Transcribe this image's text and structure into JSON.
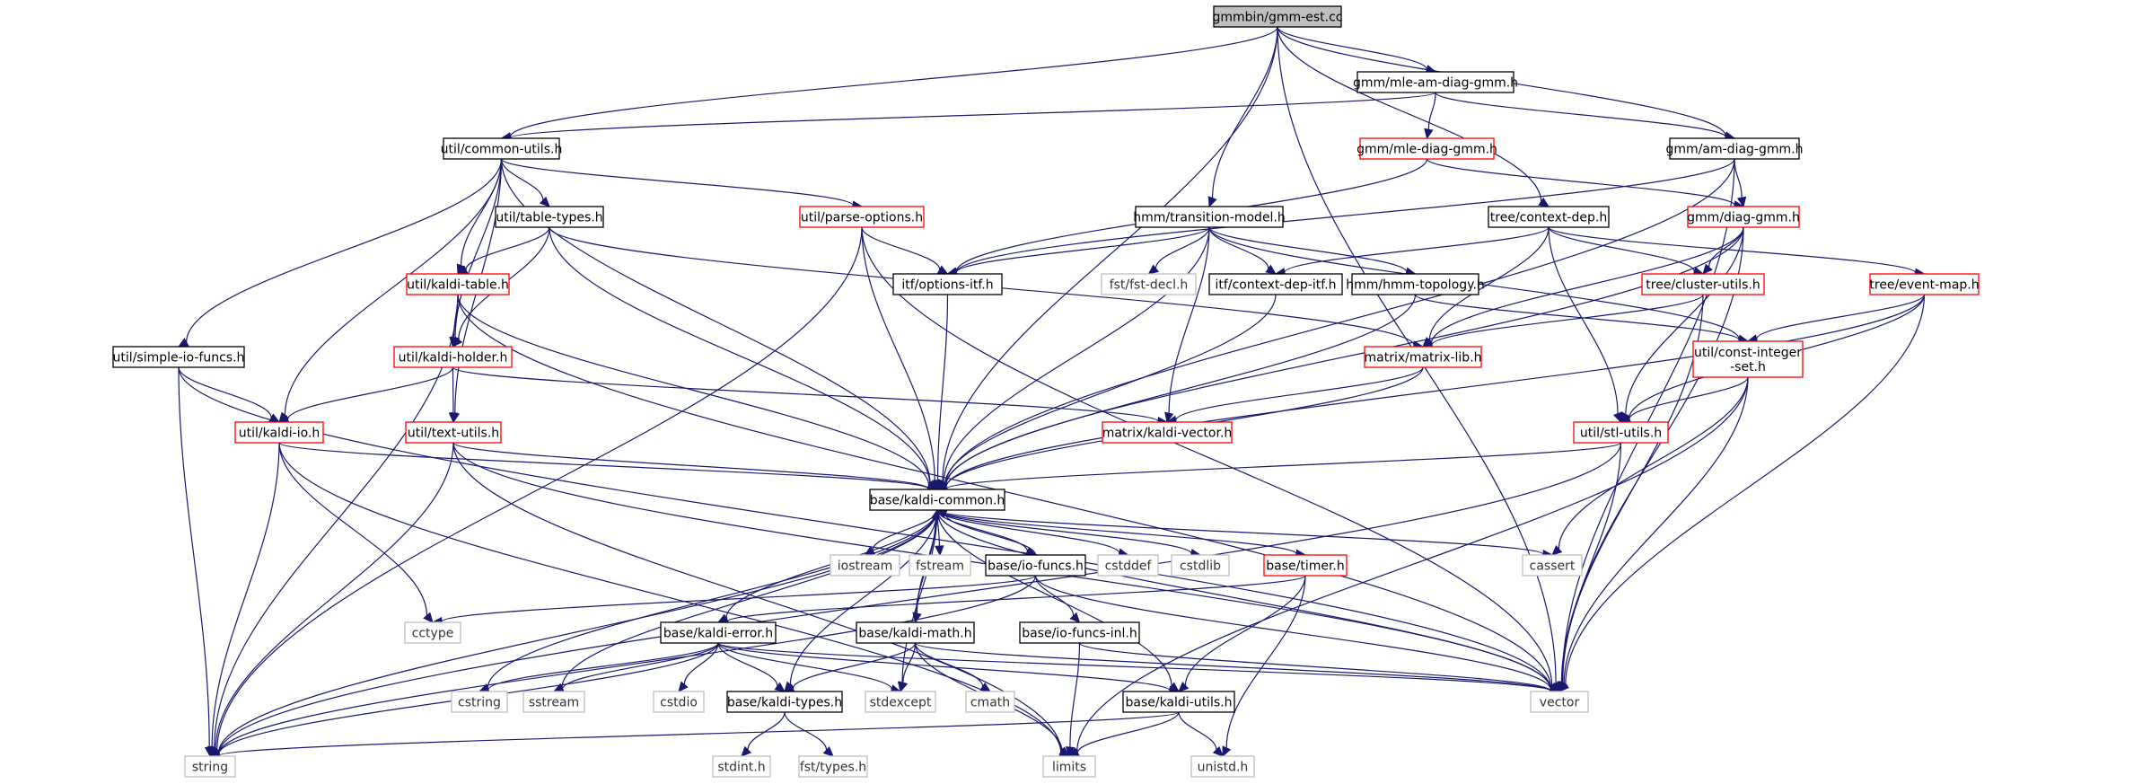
{
  "colors": {
    "edge": "#191970",
    "border_doc": "#000000",
    "border_partial": "#ff0000",
    "border_system": "#bfbfbf",
    "fill_root": "#bfbfbf",
    "fill_default": "#ffffff"
  },
  "nodes": [
    {
      "id": "root",
      "label": "gmmbin/gmm-est.cc",
      "kind": "root"
    },
    {
      "id": "mleam",
      "label": "gmm/mle-am-diag-gmm.h",
      "kind": "doc"
    },
    {
      "id": "common",
      "label": "util/common-utils.h",
      "kind": "doc"
    },
    {
      "id": "mlediag",
      "label": "gmm/mle-diag-gmm.h",
      "kind": "partial"
    },
    {
      "id": "amdiag",
      "label": "gmm/am-diag-gmm.h",
      "kind": "doc"
    },
    {
      "id": "tabletypes",
      "label": "util/table-types.h",
      "kind": "doc"
    },
    {
      "id": "parseopt",
      "label": "util/parse-options.h",
      "kind": "partial"
    },
    {
      "id": "transmodel",
      "label": "hmm/transition-model.h",
      "kind": "doc"
    },
    {
      "id": "ctxdep",
      "label": "tree/context-dep.h",
      "kind": "doc"
    },
    {
      "id": "diaggmm",
      "label": "gmm/diag-gmm.h",
      "kind": "partial"
    },
    {
      "id": "kalditable",
      "label": "util/kaldi-table.h",
      "kind": "partial"
    },
    {
      "id": "optionsitf",
      "label": "itf/options-itf.h",
      "kind": "doc"
    },
    {
      "id": "fstdecl",
      "label": "fst/fst-decl.h",
      "kind": "sys"
    },
    {
      "id": "ctxdepitf",
      "label": "itf/context-dep-itf.h",
      "kind": "doc"
    },
    {
      "id": "hmmtopo",
      "label": "hmm/hmm-topology.h",
      "kind": "doc"
    },
    {
      "id": "clusterutils",
      "label": "tree/cluster-utils.h",
      "kind": "partial"
    },
    {
      "id": "eventmap",
      "label": "tree/event-map.h",
      "kind": "partial"
    },
    {
      "id": "simpleio",
      "label": "util/simple-io-funcs.h",
      "kind": "doc"
    },
    {
      "id": "kaldiholder",
      "label": "util/kaldi-holder.h",
      "kind": "partial"
    },
    {
      "id": "matrixlib",
      "label": "matrix/matrix-lib.h",
      "kind": "partial"
    },
    {
      "id": "constint",
      "label": "util/const-integer\n-set.h",
      "kind": "partial"
    },
    {
      "id": "kaldiio",
      "label": "util/kaldi-io.h",
      "kind": "partial"
    },
    {
      "id": "textutils",
      "label": "util/text-utils.h",
      "kind": "partial"
    },
    {
      "id": "kaldivector",
      "label": "matrix/kaldi-vector.h",
      "kind": "partial"
    },
    {
      "id": "stlutils",
      "label": "util/stl-utils.h",
      "kind": "partial"
    },
    {
      "id": "kaldicommon",
      "label": "base/kaldi-common.h",
      "kind": "doc"
    },
    {
      "id": "iostream",
      "label": "iostream",
      "kind": "sys"
    },
    {
      "id": "fstream",
      "label": "fstream",
      "kind": "sys"
    },
    {
      "id": "iofuncs",
      "label": "base/io-funcs.h",
      "kind": "doc"
    },
    {
      "id": "cstddef",
      "label": "cstddef",
      "kind": "sys"
    },
    {
      "id": "cstdlib",
      "label": "cstdlib",
      "kind": "sys"
    },
    {
      "id": "timer",
      "label": "base/timer.h",
      "kind": "partial"
    },
    {
      "id": "cassert",
      "label": "cassert",
      "kind": "sys"
    },
    {
      "id": "cctype",
      "label": "cctype",
      "kind": "sys"
    },
    {
      "id": "kaldierror",
      "label": "base/kaldi-error.h",
      "kind": "doc"
    },
    {
      "id": "kaldimath",
      "label": "base/kaldi-math.h",
      "kind": "doc"
    },
    {
      "id": "iofuncsinl",
      "label": "base/io-funcs-inl.h",
      "kind": "doc"
    },
    {
      "id": "cstring",
      "label": "cstring",
      "kind": "sys"
    },
    {
      "id": "sstream",
      "label": "sstream",
      "kind": "sys"
    },
    {
      "id": "cstdio",
      "label": "cstdio",
      "kind": "sys"
    },
    {
      "id": "kalditypes",
      "label": "base/kaldi-types.h",
      "kind": "doc"
    },
    {
      "id": "stdexcept",
      "label": "stdexcept",
      "kind": "sys"
    },
    {
      "id": "cmath",
      "label": "cmath",
      "kind": "sys"
    },
    {
      "id": "kaldiutils",
      "label": "base/kaldi-utils.h",
      "kind": "doc"
    },
    {
      "id": "vector",
      "label": "vector",
      "kind": "sys"
    },
    {
      "id": "string",
      "label": "string",
      "kind": "sys"
    },
    {
      "id": "stdint",
      "label": "stdint.h",
      "kind": "sys"
    },
    {
      "id": "fsttypes",
      "label": "fst/types.h",
      "kind": "sys"
    },
    {
      "id": "limits",
      "label": "limits",
      "kind": "sys"
    },
    {
      "id": "unistd",
      "label": "unistd.h",
      "kind": "sys"
    }
  ],
  "edges": [
    [
      "root",
      "mleam"
    ],
    [
      "root",
      "common"
    ],
    [
      "root",
      "amdiag"
    ],
    [
      "root",
      "transmodel"
    ],
    [
      "root",
      "ctxdep"
    ],
    [
      "root",
      "kaldicommon"
    ],
    [
      "root",
      "vector"
    ],
    [
      "mleam",
      "common"
    ],
    [
      "mleam",
      "mlediag"
    ],
    [
      "mleam",
      "amdiag"
    ],
    [
      "mlediag",
      "diaggmm"
    ],
    [
      "mlediag",
      "optionsitf"
    ],
    [
      "amdiag",
      "diaggmm"
    ],
    [
      "amdiag",
      "optionsitf"
    ],
    [
      "amdiag",
      "kaldicommon"
    ],
    [
      "amdiag",
      "vector"
    ],
    [
      "common",
      "tabletypes"
    ],
    [
      "common",
      "parseopt"
    ],
    [
      "common",
      "kalditable"
    ],
    [
      "common",
      "kaldiholder"
    ],
    [
      "common",
      "simpleio"
    ],
    [
      "common",
      "kaldiio"
    ],
    [
      "common",
      "textutils"
    ],
    [
      "common",
      "kaldicommon"
    ],
    [
      "tabletypes",
      "kalditable"
    ],
    [
      "tabletypes",
      "kaldiholder"
    ],
    [
      "tabletypes",
      "matrixlib"
    ],
    [
      "tabletypes",
      "kaldicommon"
    ],
    [
      "parseopt",
      "optionsitf"
    ],
    [
      "parseopt",
      "kaldicommon"
    ],
    [
      "parseopt",
      "string"
    ],
    [
      "parseopt",
      "vector"
    ],
    [
      "transmodel",
      "optionsitf"
    ],
    [
      "transmodel",
      "fstdecl"
    ],
    [
      "transmodel",
      "ctxdepitf"
    ],
    [
      "transmodel",
      "hmmtopo"
    ],
    [
      "transmodel",
      "kaldivector"
    ],
    [
      "transmodel",
      "constint"
    ],
    [
      "transmodel",
      "kaldicommon"
    ],
    [
      "ctxdep",
      "ctxdepitf"
    ],
    [
      "ctxdep",
      "clusterutils"
    ],
    [
      "ctxdep",
      "eventmap"
    ],
    [
      "ctxdep",
      "matrixlib"
    ],
    [
      "ctxdep",
      "stlutils"
    ],
    [
      "diaggmm",
      "clusterutils"
    ],
    [
      "diaggmm",
      "matrixlib"
    ],
    [
      "diaggmm",
      "stlutils"
    ],
    [
      "diaggmm",
      "kaldicommon"
    ],
    [
      "diaggmm",
      "vector"
    ],
    [
      "kalditable",
      "kaldiholder"
    ],
    [
      "kalditable",
      "string"
    ],
    [
      "kalditable",
      "kaldicommon"
    ],
    [
      "kalditable",
      "vector"
    ],
    [
      "optionsitf",
      "kaldicommon"
    ],
    [
      "ctxdepitf",
      "kaldicommon"
    ],
    [
      "hmmtopo",
      "constint"
    ],
    [
      "hmmtopo",
      "kaldicommon"
    ],
    [
      "clusterutils",
      "matrixlib"
    ],
    [
      "clusterutils",
      "vector"
    ],
    [
      "eventmap",
      "constint"
    ],
    [
      "eventmap",
      "stlutils"
    ],
    [
      "eventmap",
      "kaldicommon"
    ],
    [
      "eventmap",
      "vector"
    ],
    [
      "simpleio",
      "kaldiio"
    ],
    [
      "simpleio",
      "string"
    ],
    [
      "simpleio",
      "vector"
    ],
    [
      "kaldiholder",
      "kaldiio"
    ],
    [
      "kaldiholder",
      "textutils"
    ],
    [
      "kaldiholder",
      "kaldivector"
    ],
    [
      "matrixlib",
      "kaldivector"
    ],
    [
      "matrixlib",
      "kaldicommon"
    ],
    [
      "constint",
      "stlutils"
    ],
    [
      "constint",
      "cassert"
    ],
    [
      "constint",
      "vector"
    ],
    [
      "constint",
      "limits"
    ],
    [
      "kaldiio",
      "kaldicommon"
    ],
    [
      "kaldiio",
      "cctype"
    ],
    [
      "kaldiio",
      "string"
    ],
    [
      "kaldiio",
      "limits"
    ],
    [
      "textutils",
      "kaldicommon"
    ],
    [
      "textutils",
      "string"
    ],
    [
      "textutils",
      "limits"
    ],
    [
      "textutils",
      "vector"
    ],
    [
      "stlutils",
      "kaldicommon"
    ],
    [
      "stlutils",
      "string"
    ],
    [
      "stlutils",
      "vector"
    ],
    [
      "kaldicommon",
      "iostream"
    ],
    [
      "kaldicommon",
      "fstream"
    ],
    [
      "kaldicommon",
      "iofuncs"
    ],
    [
      "kaldicommon",
      "cstddef"
    ],
    [
      "kaldicommon",
      "cstdlib"
    ],
    [
      "kaldicommon",
      "timer"
    ],
    [
      "kaldicommon",
      "cassert"
    ],
    [
      "kaldicommon",
      "kaldierror"
    ],
    [
      "kaldicommon",
      "kaldimath"
    ],
    [
      "kaldicommon",
      "cstring"
    ],
    [
      "kaldicommon",
      "sstream"
    ],
    [
      "kaldicommon",
      "kalditypes"
    ],
    [
      "kaldicommon",
      "stdexcept"
    ],
    [
      "kaldicommon",
      "kaldiutils"
    ],
    [
      "kaldicommon",
      "vector"
    ],
    [
      "kaldicommon",
      "string"
    ],
    [
      "iofuncs",
      "kaldicommon"
    ],
    [
      "iofuncs",
      "cctype"
    ],
    [
      "iofuncs",
      "iofuncsinl"
    ],
    [
      "iofuncs",
      "string"
    ],
    [
      "iofuncs",
      "vector"
    ],
    [
      "timer",
      "kaldierror"
    ],
    [
      "timer",
      "kaldiutils"
    ],
    [
      "timer",
      "unistd"
    ],
    [
      "kaldimath",
      "kaldicommon"
    ],
    [
      "kaldimath",
      "kalditypes"
    ],
    [
      "kaldimath",
      "cmath"
    ],
    [
      "kaldimath",
      "limits"
    ],
    [
      "kaldimath",
      "vector"
    ],
    [
      "kaldimath",
      "stdexcept"
    ],
    [
      "kaldierror",
      "cstring"
    ],
    [
      "kaldierror",
      "sstream"
    ],
    [
      "kaldierror",
      "cstdio"
    ],
    [
      "kaldierror",
      "kalditypes"
    ],
    [
      "kaldierror",
      "stdexcept"
    ],
    [
      "kaldierror",
      "kaldiutils"
    ],
    [
      "kaldierror",
      "string"
    ],
    [
      "kaldierror",
      "vector"
    ],
    [
      "iofuncsinl",
      "limits"
    ],
    [
      "iofuncsinl",
      "vector"
    ],
    [
      "kalditypes",
      "stdint"
    ],
    [
      "kalditypes",
      "fsttypes"
    ],
    [
      "kaldiutils",
      "string"
    ],
    [
      "kaldiutils",
      "limits"
    ],
    [
      "kaldiutils",
      "unistd"
    ]
  ]
}
